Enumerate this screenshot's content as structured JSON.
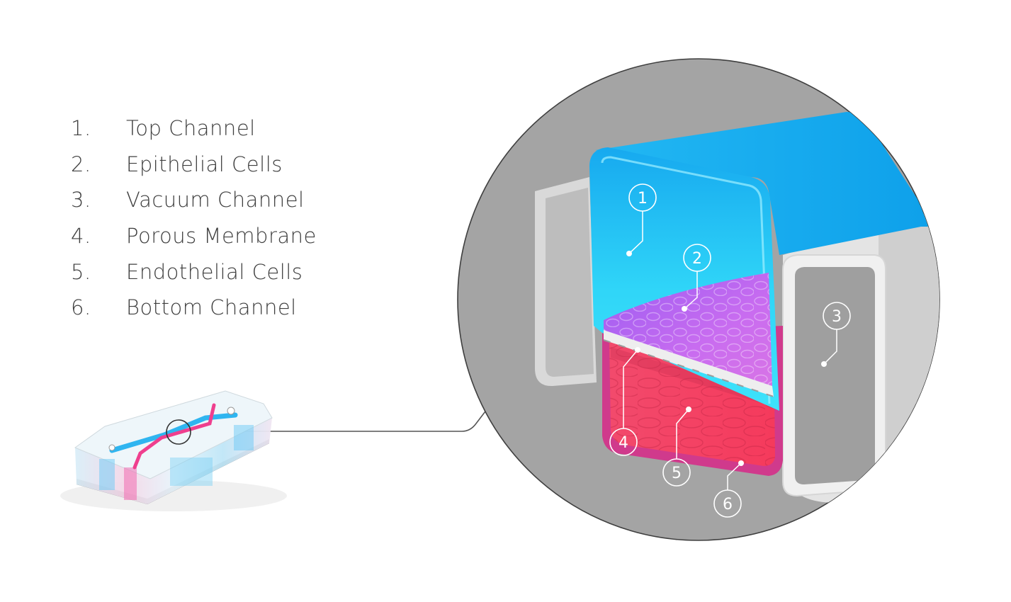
{
  "legend": [
    {
      "num": "1.",
      "label": "Top Channel"
    },
    {
      "num": "2.",
      "label": "Epithelial Cells"
    },
    {
      "num": "3.",
      "label": "Vacuum Channel"
    },
    {
      "num": "4.",
      "label": "Porous Membrane"
    },
    {
      "num": "5.",
      "label": "Endothelial Cells"
    },
    {
      "num": "6.",
      "label": "Bottom Channel"
    }
  ],
  "callouts": [
    "1",
    "2",
    "3",
    "4",
    "5",
    "6"
  ],
  "colors": {
    "background_circle": "#a4a4a4",
    "top_channel": "#29c8f5",
    "epithelial": "#b45ef0",
    "endothelial": "#f23e62",
    "bottom_channel": "#d03a8c",
    "vacuum_channel": "#e8e8e8"
  }
}
